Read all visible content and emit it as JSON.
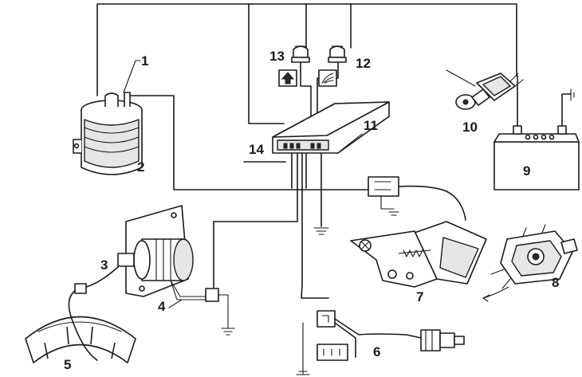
{
  "callouts": {
    "n1": "1",
    "n2": "2",
    "n3": "3",
    "n4": "4",
    "n5": "5",
    "n6": "6",
    "n7": "7",
    "n8": "8",
    "n9": "9",
    "n10": "10",
    "n11": "11",
    "n12": "12",
    "n13": "13",
    "n14": "14"
  },
  "icons": {
    "lamp13": "upshift-arrow-icon",
    "lamp12": "choke-icon"
  }
}
